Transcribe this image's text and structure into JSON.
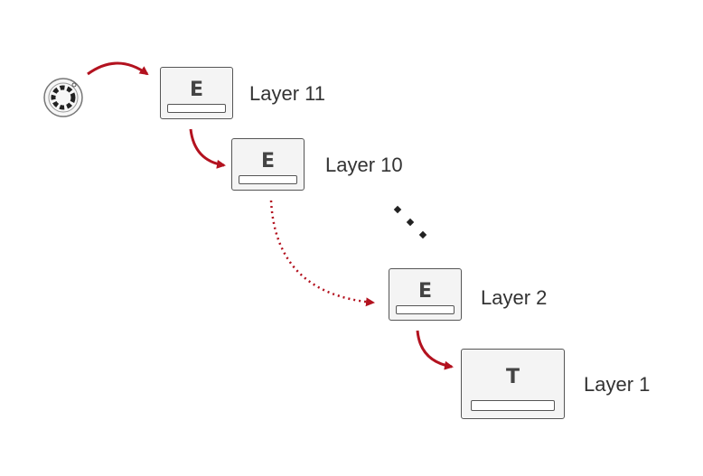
{
  "colors": {
    "arrow": "#b3121f",
    "box_border": "#555555",
    "box_fill": "#f4f4f4",
    "text": "#333333"
  },
  "icons": {
    "input": "dial-icon"
  },
  "layers": [
    {
      "letter": "E",
      "label": "Layer 11"
    },
    {
      "letter": "E",
      "label": "Layer 10"
    },
    {
      "letter": "E",
      "label": "Layer 2"
    },
    {
      "letter": "T",
      "label": "Layer 1"
    }
  ]
}
